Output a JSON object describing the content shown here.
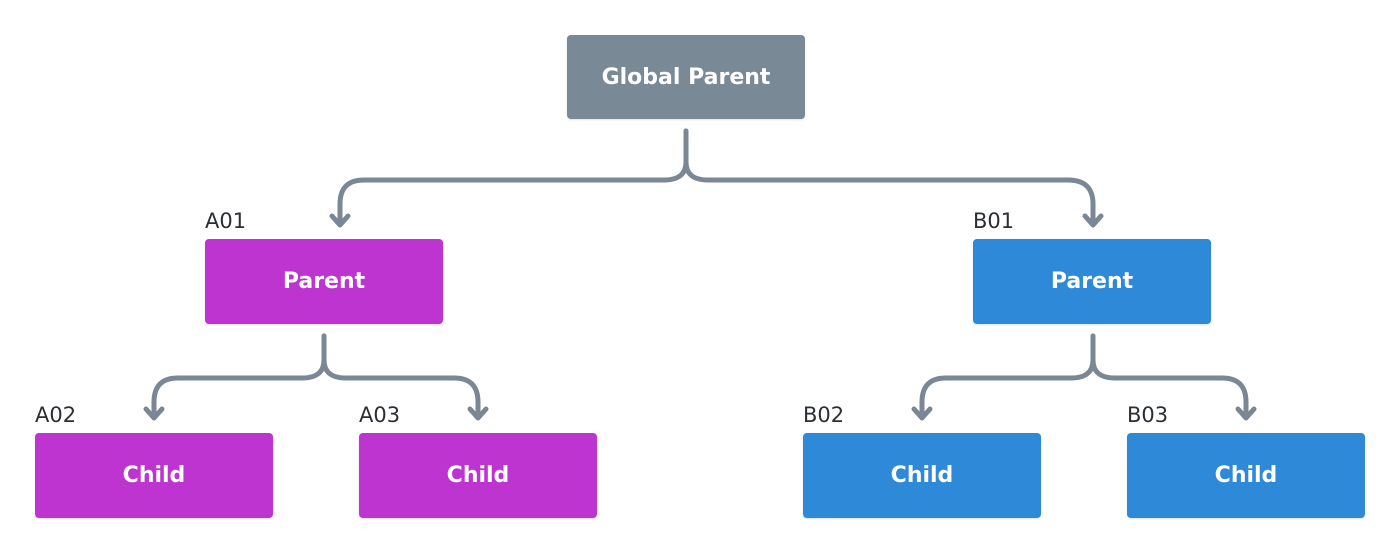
{
  "colors": {
    "global": "#7a8996",
    "group_a": "#bd34d1",
    "group_b": "#2e89d8",
    "connector": "#7a8794"
  },
  "global_parent": {
    "label": "Global Parent"
  },
  "group_a": {
    "parent": {
      "id": "A01",
      "label": "Parent"
    },
    "children": [
      {
        "id": "A02",
        "label": "Child"
      },
      {
        "id": "A03",
        "label": "Child"
      }
    ]
  },
  "group_b": {
    "parent": {
      "id": "B01",
      "label": "Parent"
    },
    "children": [
      {
        "id": "B02",
        "label": "Child"
      },
      {
        "id": "B03",
        "label": "Child"
      }
    ]
  }
}
